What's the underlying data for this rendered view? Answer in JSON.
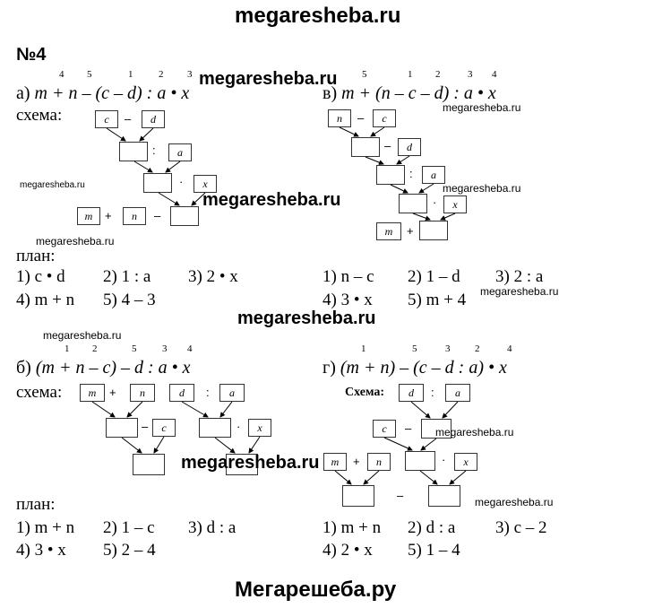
{
  "watermarks": {
    "top": "megaresheba.ru",
    "small": "megaresheba.ru",
    "center": "megaresheba.ru",
    "bottom": "Мегарешеба.ру"
  },
  "task_number": "№4",
  "labels": {
    "scheme": "схема:",
    "scheme_alt": "Схема:",
    "plan": "план:"
  },
  "a": {
    "order": [
      "4",
      "5",
      "1",
      "2",
      "3"
    ],
    "expr_prefix": "а)",
    "expr": "m + n – (c – d) : a • x",
    "boxes": [
      "c",
      "d",
      "a",
      "x",
      "m",
      "n"
    ],
    "plan_row1": [
      "1) c • d",
      "2) 1 : a",
      "3) 2 • x"
    ],
    "plan_row2": [
      "4) m + n",
      "5) 4 – 3"
    ]
  },
  "v": {
    "order": [
      "5",
      "1",
      "2",
      "3",
      "4"
    ],
    "expr_prefix": "в)",
    "expr": "m + (n – c – d) : a • x",
    "boxes": [
      "n",
      "c",
      "d",
      "a",
      "x",
      "m"
    ],
    "plan_row1": [
      "1) n – c",
      "2)  1 – d",
      "3)  2 : a"
    ],
    "plan_row2": [
      "4) 3 • x",
      "5) m + 4"
    ]
  },
  "b": {
    "order": [
      "1",
      "2",
      "5",
      "3",
      "4"
    ],
    "expr_prefix": "б)",
    "expr": "(m + n – c) – d : a • x",
    "boxes": [
      "m",
      "n",
      "d",
      "a",
      "c",
      "x"
    ],
    "plan_row1": [
      "1) m + n",
      "2) 1 – c",
      "3) d : a"
    ],
    "plan_row2": [
      "4) 3 • x",
      "5) 2 – 4"
    ]
  },
  "g": {
    "order": [
      "1",
      "5",
      "3",
      "2",
      "4"
    ],
    "expr_prefix": "г)",
    "expr": "(m + n) – (c – d : a) • x",
    "boxes": [
      "d",
      "a",
      "c",
      "m",
      "n",
      "x"
    ],
    "plan_row1": [
      "1) m + n",
      "2)  d : a",
      "3)  c – 2"
    ],
    "plan_row2": [
      "4) 2 • x",
      "5) 1 – 4"
    ]
  }
}
